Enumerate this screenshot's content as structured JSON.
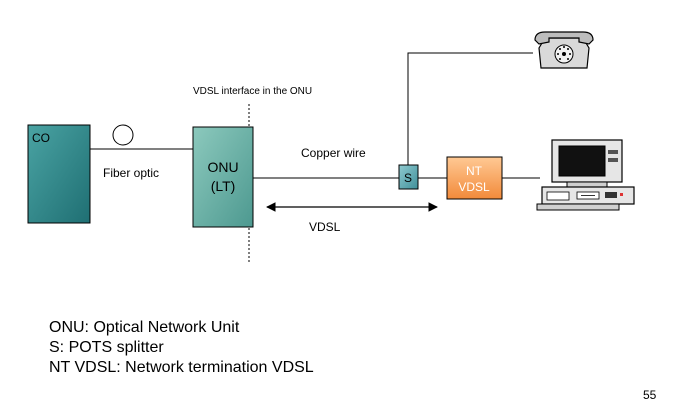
{
  "diagram": {
    "interface_label": "VDSL interface in the ONU",
    "co_label": "CO",
    "fiber_label": "Fiber optic",
    "onu_label_line1": "ONU",
    "onu_label_line2": "(LT)",
    "copper_label": "Copper wire",
    "splitter_label": "S",
    "nt_label_line1": "NT",
    "nt_label_line2": "VDSL",
    "vdsl_label": "VDSL",
    "colors": {
      "co_fill": "#2e8b8b",
      "onu_fill": "#6fb1a6",
      "nt_fill": "#f5a060",
      "splitter_fill": "#5fa8b0"
    },
    "icons": [
      "telephone-icon",
      "computer-icon"
    ]
  },
  "legend": {
    "items": [
      "ONU: Optical Network Unit",
      "S: POTS splitter",
      "NT VDSL: Network termination VDSL"
    ]
  },
  "page_number": "55"
}
